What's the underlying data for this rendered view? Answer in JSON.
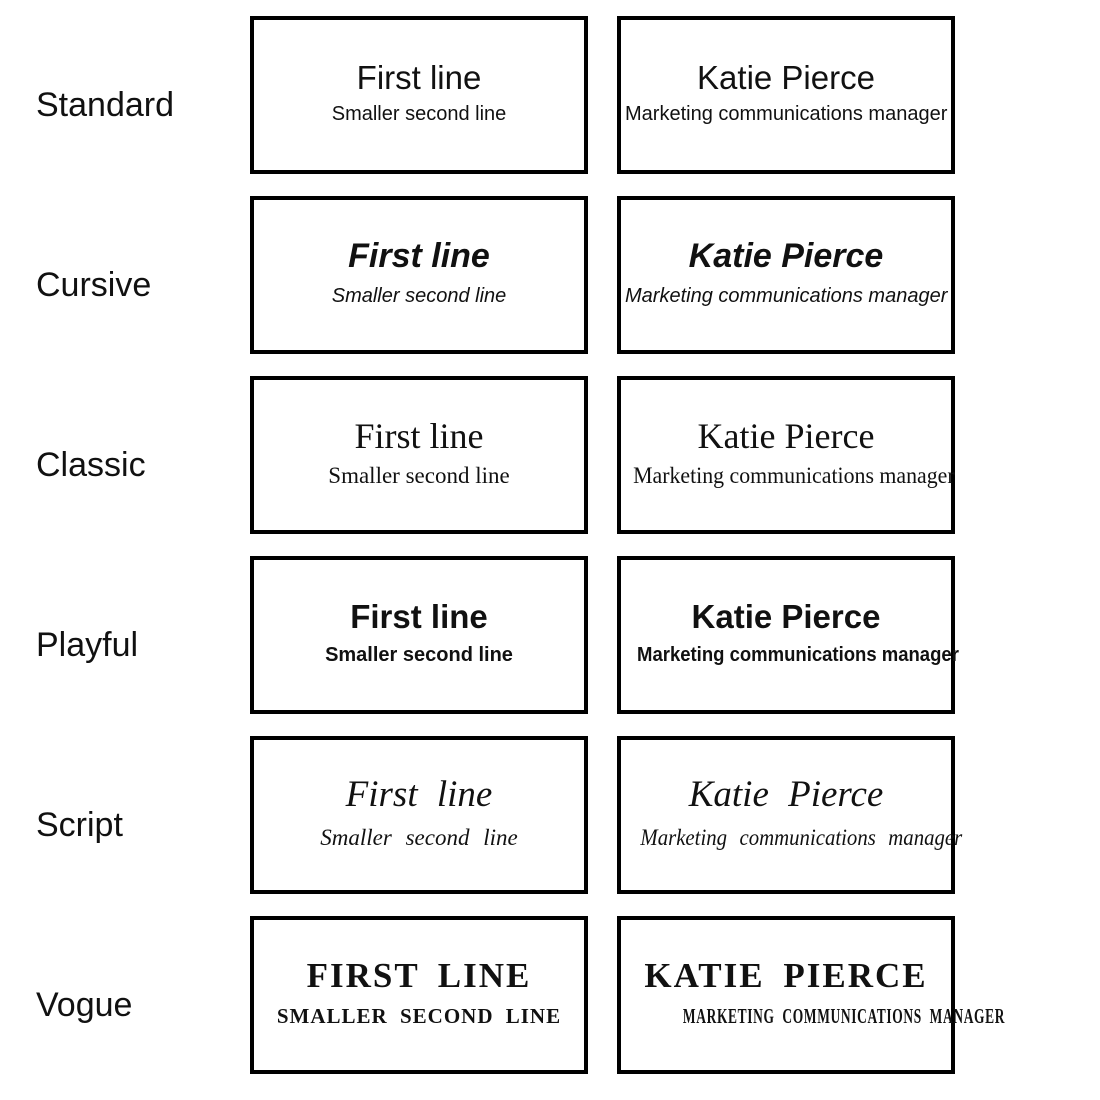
{
  "palette": {
    "background": "#ffffff",
    "text": "#111111",
    "card_border": "#000000"
  },
  "rows": [
    {
      "label": "Standard",
      "sample": {
        "line1": "First line",
        "line2": "Smaller second line"
      },
      "example": {
        "line1": "Katie Pierce",
        "line2": "Marketing communications manager"
      }
    },
    {
      "label": "Cursive",
      "sample": {
        "line1": "First line",
        "line2": "Smaller second line"
      },
      "example": {
        "line1": "Katie Pierce",
        "line2": "Marketing communications manager"
      }
    },
    {
      "label": "Classic",
      "sample": {
        "line1": "First line",
        "line2": "Smaller second line"
      },
      "example": {
        "line1": "Katie Pierce",
        "line2": "Marketing communications manager"
      }
    },
    {
      "label": "Playful",
      "sample": {
        "line1": "First line",
        "line2": "Smaller second line"
      },
      "example": {
        "line1": "Katie Pierce",
        "line2": "Marketing communications manager"
      }
    },
    {
      "label": "Script",
      "sample": {
        "line1": "First line",
        "line2": "Smaller second line"
      },
      "example": {
        "line1": "Katie Pierce",
        "line2": "Marketing communications manager"
      }
    },
    {
      "label": "Vogue",
      "sample": {
        "line1": "FIRST LINE",
        "line2": "SMALLER SECOND LINE"
      },
      "example": {
        "line1": "KATIE PIERCE",
        "line2": "MARKETING COMMUNICATIONS MANAGER"
      }
    }
  ]
}
